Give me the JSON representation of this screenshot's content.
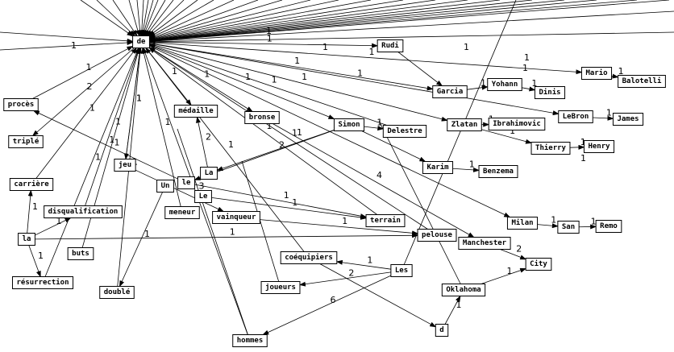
{
  "colors": {
    "background": "#ffffff",
    "ink": "#000000"
  },
  "nodes": [
    {
      "id": "de",
      "label": "de"
    },
    {
      "id": "Rudi",
      "label": "Rudi"
    },
    {
      "id": "Garcia",
      "label": "Garcia"
    },
    {
      "id": "Yohann",
      "label": "Yohann"
    },
    {
      "id": "Dinis",
      "label": "Dinis"
    },
    {
      "id": "Mario",
      "label": "Mario"
    },
    {
      "id": "Balotelli",
      "label": "Balotelli"
    },
    {
      "id": "proces",
      "label": "procès"
    },
    {
      "id": "triple",
      "label": "triplé"
    },
    {
      "id": "medaille",
      "label": "médaille"
    },
    {
      "id": "bronse",
      "label": "bronse"
    },
    {
      "id": "Simon",
      "label": "Simon"
    },
    {
      "id": "Delestre",
      "label": "Delestre"
    },
    {
      "id": "Zlatan",
      "label": "Zlatan"
    },
    {
      "id": "Ibrahimovic",
      "label": "Ibrahimovic"
    },
    {
      "id": "LeBron",
      "label": "LeBron"
    },
    {
      "id": "James",
      "label": "James"
    },
    {
      "id": "Thierry",
      "label": "Thierry"
    },
    {
      "id": "Henry",
      "label": "Henry"
    },
    {
      "id": "carriere",
      "label": "carrière"
    },
    {
      "id": "jeu",
      "label": "jeu"
    },
    {
      "id": "La",
      "label": "La"
    },
    {
      "id": "Karim",
      "label": "Karim"
    },
    {
      "id": "Benzema",
      "label": "Benzema"
    },
    {
      "id": "Un",
      "label": "Un"
    },
    {
      "id": "le",
      "label": "le"
    },
    {
      "id": "Le",
      "label": "Le"
    },
    {
      "id": "disqualification",
      "label": "disqualification"
    },
    {
      "id": "meneur",
      "label": "meneur"
    },
    {
      "id": "vainqueur",
      "label": "vainqueur"
    },
    {
      "id": "terrain",
      "label": "terrain"
    },
    {
      "id": "Milan",
      "label": "Milan"
    },
    {
      "id": "San",
      "label": "San"
    },
    {
      "id": "Remo",
      "label": "Remo"
    },
    {
      "id": "la",
      "label": "la"
    },
    {
      "id": "pelouse",
      "label": "pelouse"
    },
    {
      "id": "Manchester",
      "label": "Manchester"
    },
    {
      "id": "buts",
      "label": "buts"
    },
    {
      "id": "coequipiers",
      "label": "coéquipiers"
    },
    {
      "id": "City",
      "label": "City"
    },
    {
      "id": "Les",
      "label": "Les"
    },
    {
      "id": "resurrection",
      "label": "résurrection"
    },
    {
      "id": "joueurs",
      "label": "joueurs"
    },
    {
      "id": "Oklahoma",
      "label": "Oklahoma"
    },
    {
      "id": "double",
      "label": "doublé"
    },
    {
      "id": "d",
      "label": "d"
    },
    {
      "id": "hommes",
      "label": "hommes"
    }
  ],
  "edges": [
    {
      "from": "de",
      "to": "Rudi",
      "weight": "1"
    },
    {
      "from": "Rudi",
      "to": "Garcia",
      "weight": ""
    },
    {
      "from": "de",
      "to": "Garcia",
      "weight": "1"
    },
    {
      "from": "Garcia",
      "to": "Yohann",
      "weight": "1"
    },
    {
      "from": "Yohann",
      "to": "Dinis",
      "weight": "1"
    },
    {
      "from": "de",
      "to": "Mario",
      "weight": "1"
    },
    {
      "from": "Mario",
      "to": "Balotelli",
      "weight": "1"
    },
    {
      "from": "de",
      "to": "LeBron",
      "weight": "1"
    },
    {
      "from": "LeBron",
      "to": "James",
      "weight": "1"
    },
    {
      "from": "de",
      "to": "Zlatan",
      "weight": "1"
    },
    {
      "from": "Zlatan",
      "to": "Ibrahimovic",
      "weight": "1"
    },
    {
      "from": "Zlatan",
      "to": "Thierry",
      "weight": "1"
    },
    {
      "from": "Thierry",
      "to": "Henry",
      "weight": "1"
    },
    {
      "from": "de",
      "to": "Simon",
      "weight": "1"
    },
    {
      "from": "Simon",
      "to": "Delestre",
      "weight": "1"
    },
    {
      "from": "Simon",
      "to": "Karim",
      "weight": ""
    },
    {
      "from": "Karim",
      "to": "Benzema",
      "weight": "1"
    },
    {
      "from": "Simon",
      "to": "La",
      "weight": "2"
    },
    {
      "from": "de",
      "to": "bronse",
      "weight": "1"
    },
    {
      "from": "bronse",
      "to": "Manchester",
      "weight": "4"
    },
    {
      "from": "de",
      "to": "medaille",
      "weight": "1"
    },
    {
      "from": "de",
      "to": "Milan",
      "weight": "1"
    },
    {
      "from": "Milan",
      "to": "San",
      "weight": "1"
    },
    {
      "from": "San",
      "to": "Remo",
      "weight": "1"
    },
    {
      "from": "Manchester",
      "to": "City",
      "weight": "2"
    },
    {
      "from": "Oklahoma",
      "to": "City",
      "weight": "1"
    },
    {
      "from": "d",
      "to": "Oklahoma",
      "weight": "1"
    },
    {
      "from": "proces",
      "to": "de",
      "weight": "1"
    },
    {
      "from": "de",
      "to": "triple",
      "weight": "2"
    },
    {
      "from": "carriere",
      "to": "de",
      "weight": "1"
    },
    {
      "from": "la",
      "to": "carriere",
      "weight": "1"
    },
    {
      "from": "la",
      "to": "disqualification",
      "weight": "1"
    },
    {
      "from": "la",
      "to": "resurrection",
      "weight": "1"
    },
    {
      "from": "la",
      "to": "pelouse",
      "weight": "1"
    },
    {
      "from": "disqualification",
      "to": "de",
      "weight": "1"
    },
    {
      "from": "resurrection",
      "to": "de",
      "weight": "1"
    },
    {
      "from": "buts",
      "to": "de",
      "weight": "1"
    },
    {
      "from": "jeu",
      "to": "de",
      "weight": "1"
    },
    {
      "from": "de",
      "to": "jeu",
      "weight": "1"
    },
    {
      "from": "jeu",
      "to": "vainqueur",
      "weight": "1"
    },
    {
      "from": "double",
      "to": "de",
      "weight": "1"
    },
    {
      "from": "Un",
      "to": "double",
      "weight": "1"
    },
    {
      "from": "meneur",
      "to": "de",
      "weight": "1"
    },
    {
      "from": "le",
      "to": "terrain",
      "weight": "1"
    },
    {
      "from": "le",
      "to": "proces",
      "weight": "1"
    },
    {
      "from": "Le",
      "to": "terrain",
      "weight": "1"
    },
    {
      "from": "La",
      "to": "medaille",
      "weight": "2"
    },
    {
      "from": "hommes",
      "to": "de",
      "weight": "3"
    },
    {
      "from": "Les",
      "to": "coequipiers",
      "weight": "1"
    },
    {
      "from": "Les",
      "to": "joueurs",
      "weight": "2"
    },
    {
      "from": "Les",
      "to": "hommes",
      "weight": "6"
    },
    {
      "from": "coequipiers",
      "to": "d",
      "weight": ""
    },
    {
      "from": "coequipiers",
      "to": "de",
      "weight": "1"
    },
    {
      "from": "vainqueur",
      "to": "pelouse",
      "weight": "1"
    },
    {
      "from": "terrain",
      "to": "de",
      "weight": "1"
    },
    {
      "from": "pelouse",
      "to": "de",
      "weight": "1"
    },
    {
      "from": "Delestre",
      "to": "de",
      "weight": "1"
    },
    {
      "from": "Simon",
      "to": "le",
      "weight": ""
    }
  ],
  "stray_labels": [
    {
      "id": "s1",
      "text": "1"
    },
    {
      "id": "s2",
      "text": "1"
    },
    {
      "id": "s3",
      "text": "1"
    },
    {
      "id": "s4",
      "text": "1"
    },
    {
      "id": "s5",
      "text": "1"
    },
    {
      "id": "s6",
      "text": "1"
    },
    {
      "id": "s7",
      "text": "1"
    },
    {
      "id": "s8",
      "text": "1"
    }
  ]
}
